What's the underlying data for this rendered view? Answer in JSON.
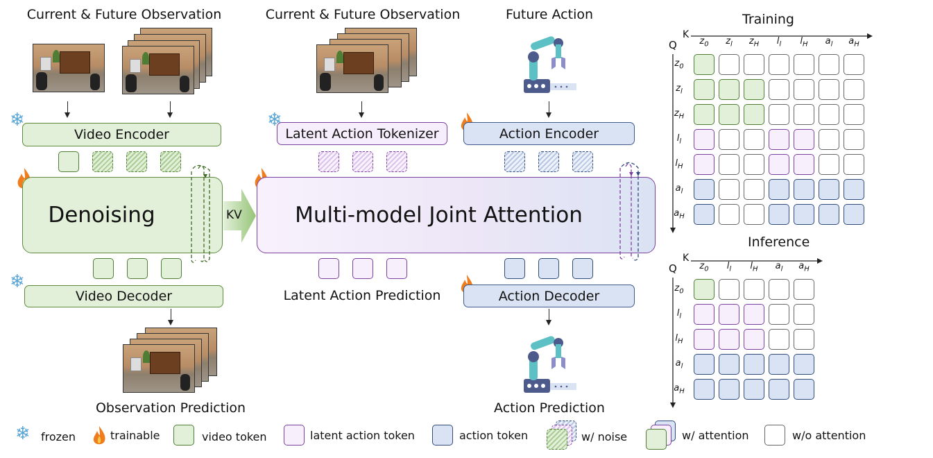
{
  "headers": {
    "obs_left": "Current & Future Observation",
    "obs_mid": "Current & Future Observation",
    "future_action": "Future Action",
    "training": "Training",
    "inference": "Inference"
  },
  "blocks": {
    "video_encoder": "Video Encoder",
    "denoising": "Denoising",
    "kv": "KV",
    "video_decoder": "Video Decoder",
    "observation_prediction": "Observation Prediction",
    "latent_action_tokenizer": "Latent Action Tokenizer",
    "joint_attention": "Multi-model Joint Attention",
    "latent_action_prediction": "Latent Action Prediction",
    "action_encoder": "Action Encoder",
    "action_decoder": "Action Decoder",
    "action_prediction": "Action Prediction"
  },
  "matrix": {
    "k_label": "K",
    "q_label": "Q",
    "training_cols": [
      "z0",
      "zl",
      "zH",
      "ll",
      "lH",
      "al",
      "aH"
    ],
    "training_rows": [
      "z0",
      "zl",
      "zH",
      "ll",
      "lH",
      "al",
      "aH"
    ],
    "training_grid": [
      "g......",
      "ggg....",
      "ggg....",
      "p..pp..",
      "p..pp..",
      "b..bbbb",
      "b..bbbb"
    ],
    "inference_cols": [
      "z0",
      "ll",
      "lH",
      "al",
      "aH"
    ],
    "inference_rows": [
      "z0",
      "ll",
      "lH",
      "al",
      "aH"
    ],
    "inference_grid": [
      "g....",
      "ppp..",
      "ppp..",
      "bbbbb",
      "bbbbb"
    ]
  },
  "legend": {
    "frozen": "frozen",
    "trainable": "trainable",
    "video_token": "video token",
    "latent_action_token": "latent action token",
    "action_token": "action token",
    "noise": "w/ noise",
    "with_attention": "w/ attention",
    "without_attention": "w/o attention"
  },
  "colors": {
    "video": "#e2f0d9",
    "latent_action": "#f6eefc",
    "action": "#dae3f3"
  }
}
